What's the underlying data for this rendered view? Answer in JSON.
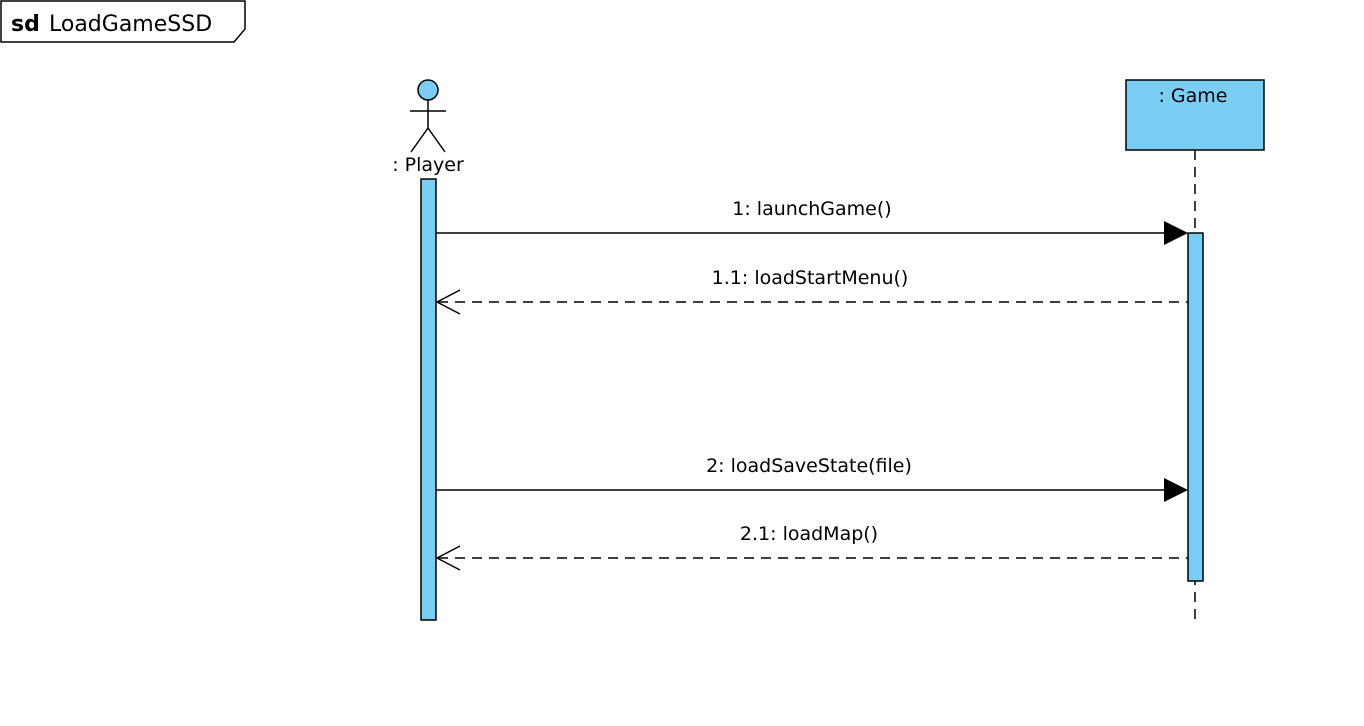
{
  "frame": {
    "keyword": "sd",
    "name": "LoadGameSSD"
  },
  "colors": {
    "fill": "#7ACEF4",
    "stroke": "#000000"
  },
  "lifelines": {
    "player": {
      "label": ": Player",
      "kind": "actor"
    },
    "game": {
      "label": ": Game",
      "kind": "object"
    }
  },
  "messages": [
    {
      "id": "m1",
      "label": "1: launchGame()",
      "from": "player",
      "to": "game",
      "type": "sync"
    },
    {
      "id": "m1_1",
      "label": "1.1: loadStartMenu()",
      "from": "game",
      "to": "player",
      "type": "reply"
    },
    {
      "id": "m2",
      "label": "2: loadSaveState(file)",
      "from": "player",
      "to": "game",
      "type": "sync"
    },
    {
      "id": "m2_1",
      "label": "2.1: loadMap()",
      "from": "game",
      "to": "player",
      "type": "reply"
    }
  ]
}
